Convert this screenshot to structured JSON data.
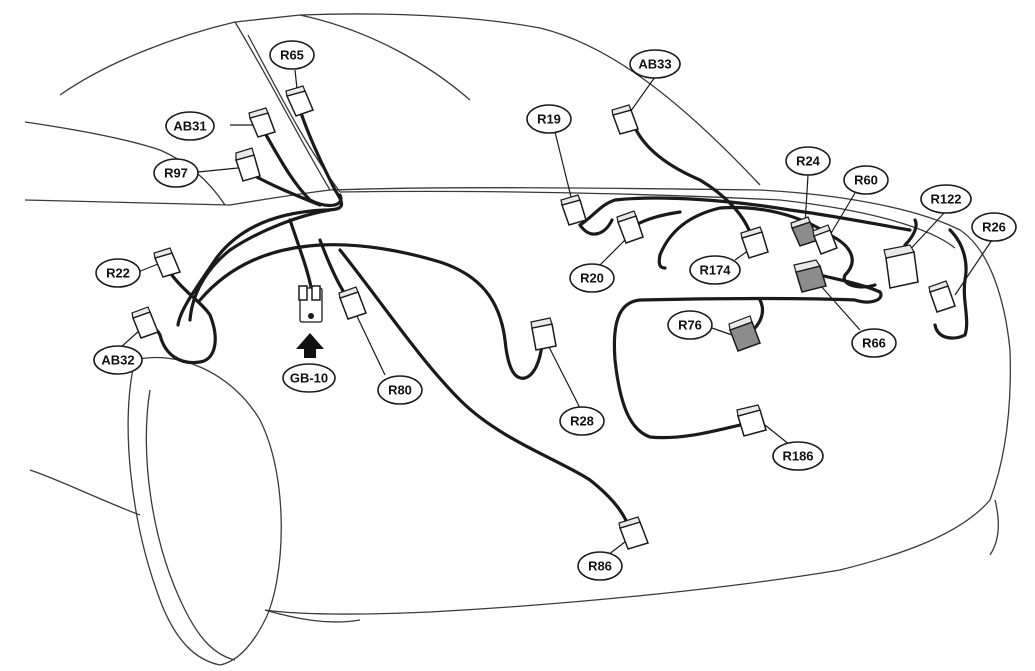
{
  "connector_labels": {
    "r65": "R65",
    "ab31": "AB31",
    "r97": "R97",
    "r22": "R22",
    "ab32": "AB32",
    "gb10": "GB-10",
    "r80": "R80",
    "r19": "R19",
    "ab33": "AB33",
    "r20": "R20",
    "r174": "R174",
    "r24": "R24",
    "r60": "R60",
    "r122": "R122",
    "r26": "R26",
    "r76": "R76",
    "r66": "R66",
    "r28": "R28",
    "r186": "R186",
    "r86": "R86"
  },
  "colors": {
    "line": "#1a1a1a",
    "shaded_connector": "#8c8c8c",
    "background": "#ffffff"
  }
}
